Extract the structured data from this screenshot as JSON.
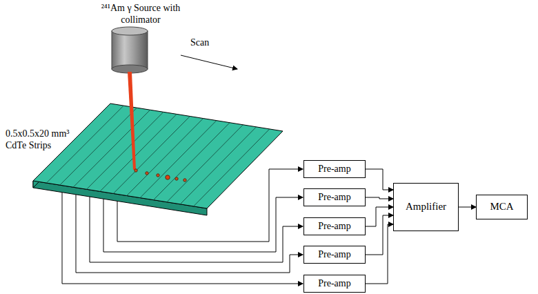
{
  "diagram": {
    "nodes": [
      {
        "text": [
          "Pre-amp"
        ]
      },
      {
        "text": [
          "Pre-amp"
        ]
      },
      {
        "text": [
          "Pre-amp"
        ]
      },
      {
        "text": [
          "Pre-amp"
        ]
      },
      {
        "text": [
          "Pre-amp"
        ]
      },
      {
        "text": [
          "Amplifier"
        ]
      },
      {
        "text": [
          "MCA"
        ]
      }
    ],
    "edges": [
      {
        "from": 0,
        "to": 5,
        "arrow": "to"
      },
      {
        "from": 1,
        "to": 5,
        "arrow": "to"
      },
      {
        "from": 2,
        "to": 5,
        "arrow": "to"
      },
      {
        "from": 3,
        "to": 5,
        "arrow": "to"
      },
      {
        "from": 4,
        "to": 5,
        "arrow": "to"
      },
      {
        "from": 5,
        "to": 6,
        "arrow": "to"
      }
    ],
    "labels": [
      "²⁴¹Am γ Source with collimator",
      "0.5x0.5x20 mm³ CdTe Strips",
      "Scan"
    ]
  }
}
